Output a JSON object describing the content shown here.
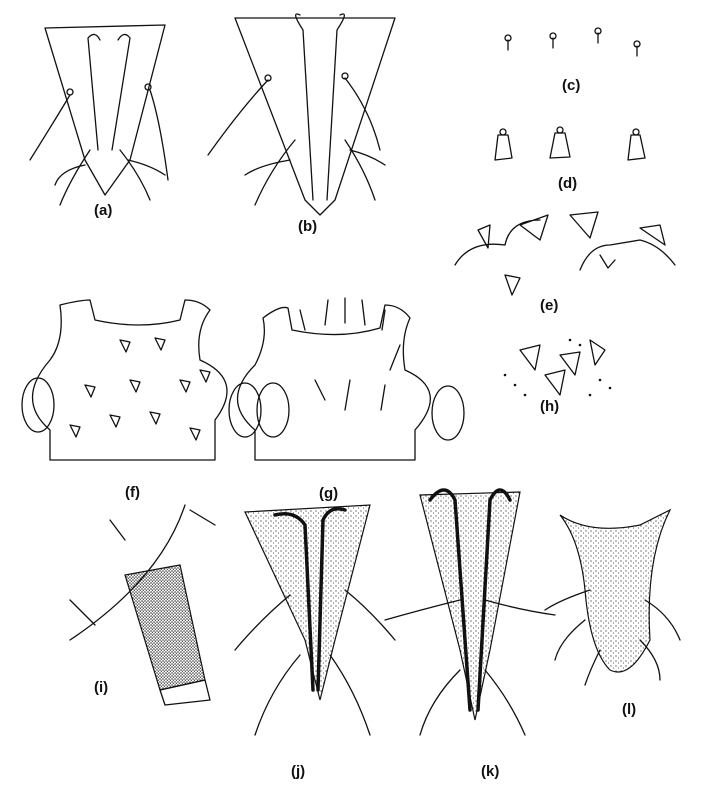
{
  "figure": {
    "panels": [
      {
        "id": "a",
        "label": "(a)"
      },
      {
        "id": "b",
        "label": "(b)"
      },
      {
        "id": "c",
        "label": "(c)"
      },
      {
        "id": "d",
        "label": "(d)"
      },
      {
        "id": "e",
        "label": "(e)"
      },
      {
        "id": "f",
        "label": "(f)"
      },
      {
        "id": "g",
        "label": "(g)"
      },
      {
        "id": "h",
        "label": "(h)"
      },
      {
        "id": "i",
        "label": "(i)"
      },
      {
        "id": "j",
        "label": "(j)"
      },
      {
        "id": "k",
        "label": "(k)"
      },
      {
        "id": "l",
        "label": "(l)"
      }
    ]
  }
}
